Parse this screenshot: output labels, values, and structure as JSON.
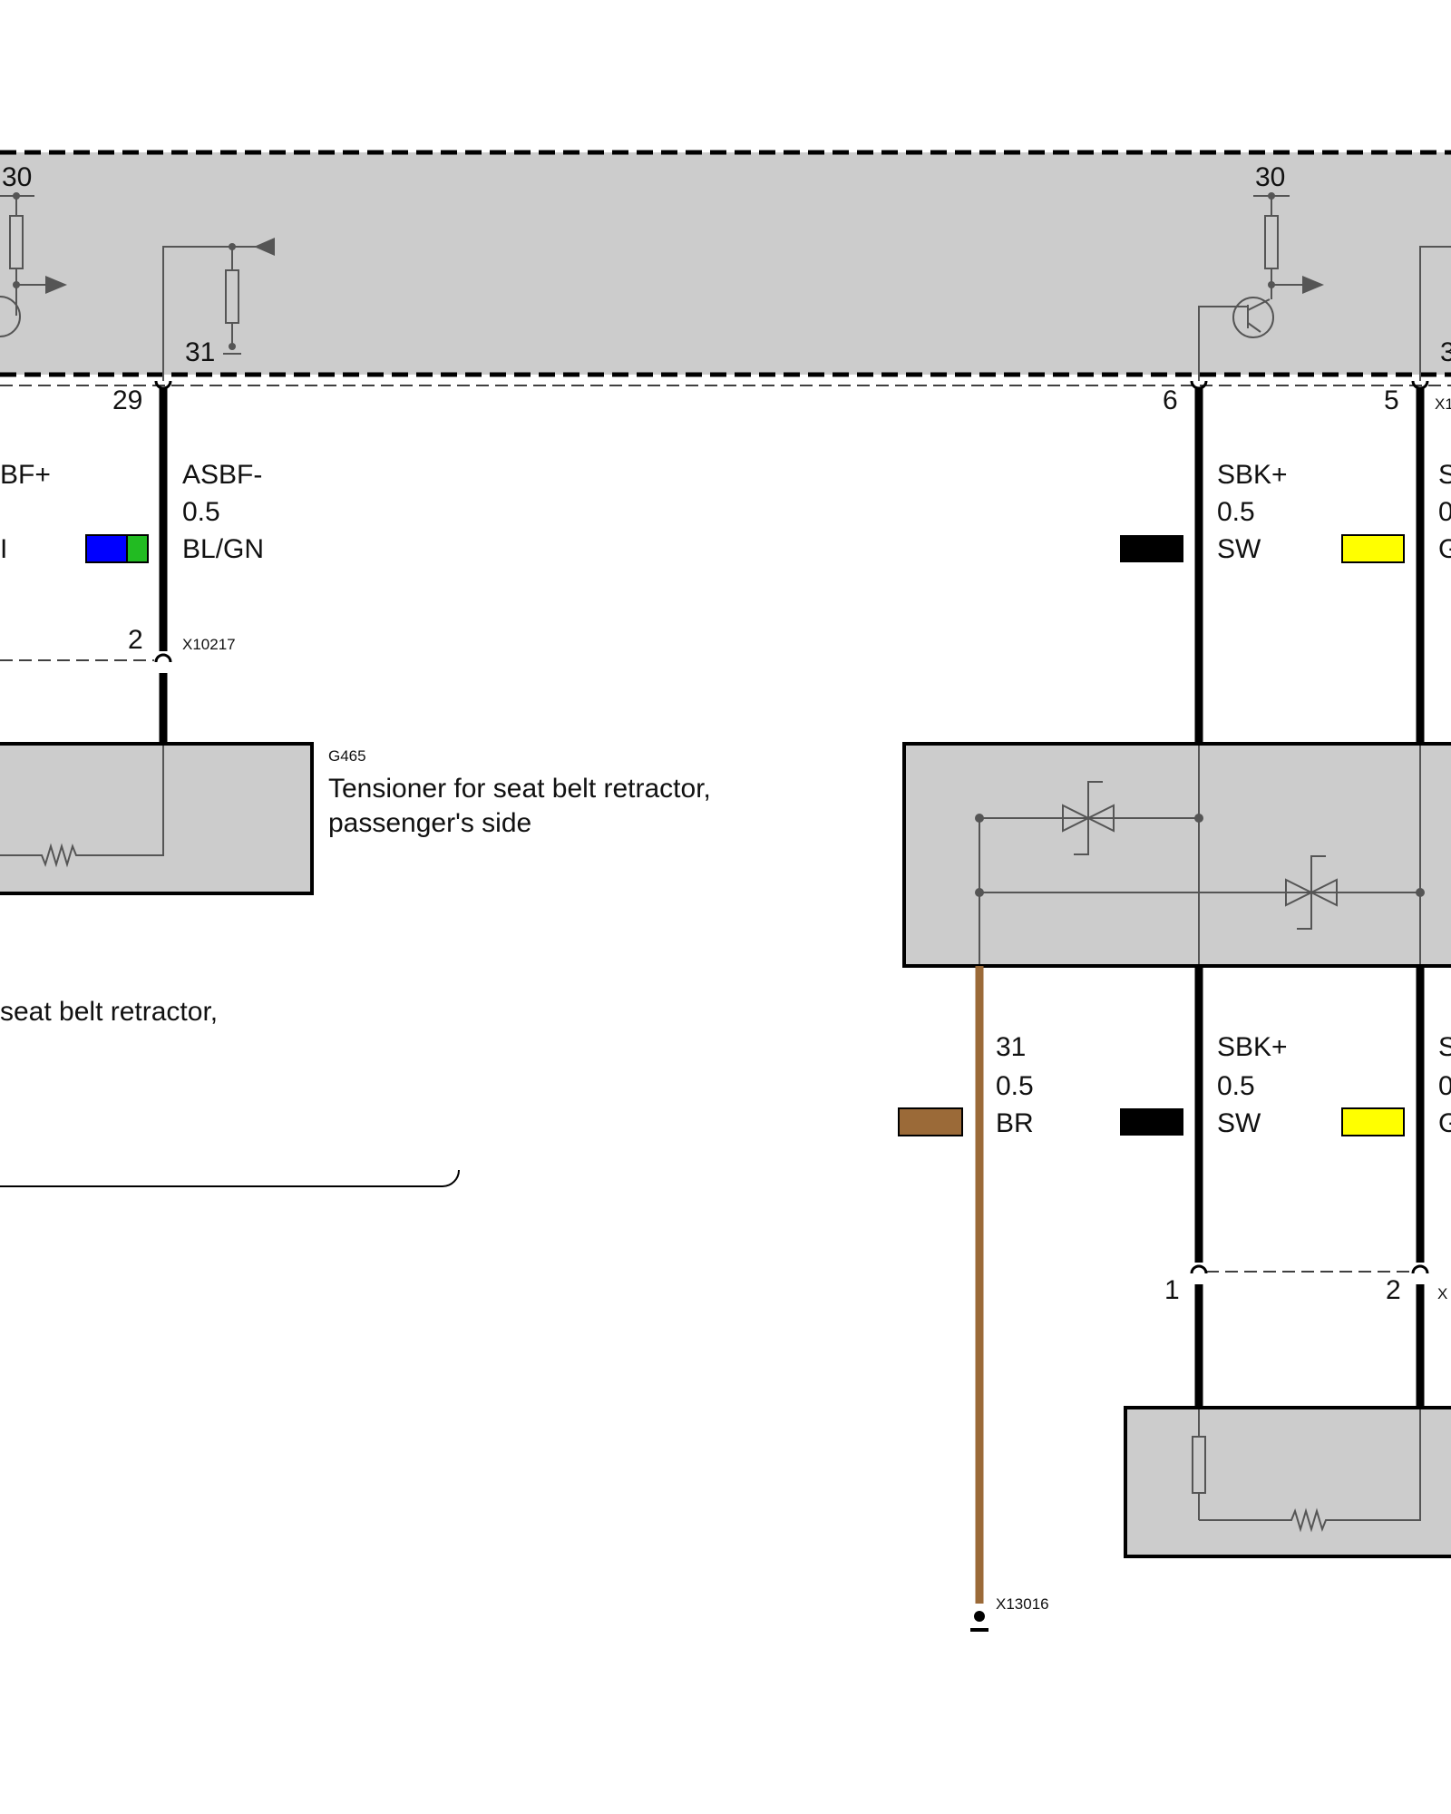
{
  "colors": {
    "module_fill": "#cccccc",
    "wire_black": "#000000",
    "wire_brown": "#9b6a38",
    "blue": "#0000ff",
    "green": "#22bb22",
    "yellow": "#ffff00",
    "brown_swatch": "#9b6a38"
  },
  "module": {
    "supply_left": "30",
    "supply_right": "30",
    "ground_left": "31",
    "ground_right_partial": "3"
  },
  "pins": {
    "p29": "29",
    "p6": "6",
    "p5": "5",
    "p2_x10217": "2",
    "p1_bottom": "1",
    "p2_bottom": "2"
  },
  "connectors": {
    "x10217": "X10217",
    "x13016": "X13016",
    "right_top_partial": "X1",
    "right_bottom_partial": "X"
  },
  "wires": {
    "asbf_plus_partial": "BF+",
    "left_color_partial": "I",
    "asbf_minus": {
      "signal": "ASBF-",
      "size": "0.5",
      "color": "BL/GN"
    },
    "sbk_top": {
      "signal": "SBK+",
      "size": "0.5",
      "color": "SW"
    },
    "right_top_partial": {
      "signal": "S",
      "size": "0",
      "color": "G"
    },
    "ground_31": {
      "signal": "31",
      "size": "0.5",
      "color": "BR"
    },
    "sbk_bottom": {
      "signal": "SBK+",
      "size": "0.5",
      "color": "SW"
    },
    "right_bottom_partial": {
      "signal": "S",
      "size": "0",
      "color": "G"
    }
  },
  "components": {
    "g465": {
      "id": "G465",
      "line1": "Tensioner for seat belt retractor,",
      "line2": "passenger's side"
    },
    "partial_left_text": "seat belt retractor,"
  },
  "icons": [
    "resistor-icon",
    "transistor-icon",
    "arrow-right-icon",
    "arrow-left-icon",
    "ground-icon",
    "diode-icon",
    "heating-coil-icon",
    "connector-pin-icon"
  ]
}
